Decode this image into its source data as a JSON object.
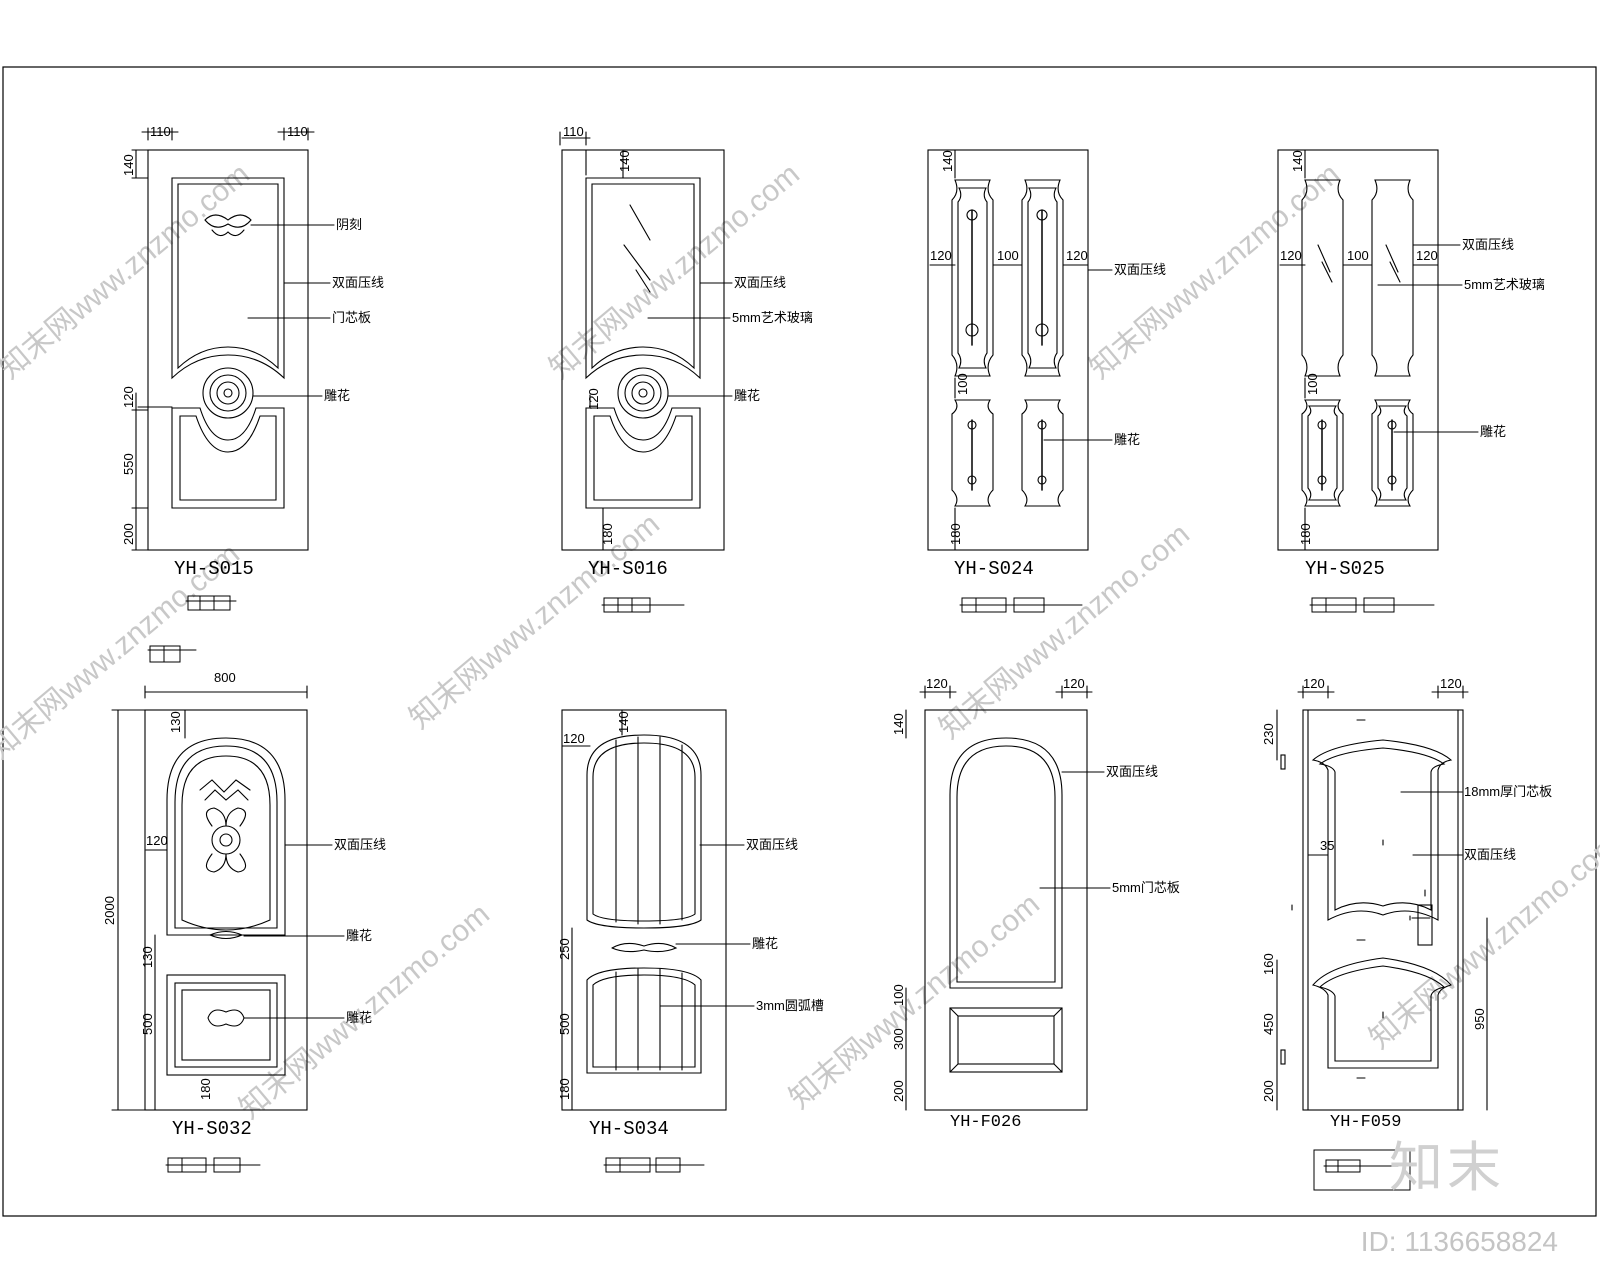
{
  "drawing": {
    "doors": [
      {
        "model": "YH-S015",
        "dims": [
          "110",
          "110",
          "140",
          "120",
          "550",
          "200"
        ],
        "callouts": [
          "阴刻",
          "双面压线",
          "门芯板",
          "雕花"
        ]
      },
      {
        "model": "YH-S016",
        "dims": [
          "110",
          "140",
          "120",
          "180"
        ],
        "callouts": [
          "双面压线",
          "5mm艺术玻璃",
          "雕花"
        ]
      },
      {
        "model": "YH-S024",
        "dims": [
          "140",
          "120",
          "100",
          "120",
          "100",
          "180"
        ],
        "callouts": [
          "双面压线",
          "雕花"
        ]
      },
      {
        "model": "YH-S025",
        "dims": [
          "140",
          "120",
          "100",
          "120",
          "100",
          "180"
        ],
        "callouts": [
          "双面压线",
          "5mm艺术玻璃",
          "雕花"
        ]
      },
      {
        "model": "YH-S032",
        "dims": [
          "800",
          "2000",
          "130",
          "120",
          "130",
          "500",
          "180"
        ],
        "callouts": [
          "双面压线",
          "雕花",
          "雕花"
        ]
      },
      {
        "model": "YH-S034",
        "dims": [
          "120",
          "140",
          "250",
          "500",
          "180"
        ],
        "callouts": [
          "双面压线",
          "雕花",
          "3mm圆弧槽"
        ]
      },
      {
        "model": "YH-F026",
        "dims": [
          "120",
          "120",
          "140",
          "100",
          "300",
          "200"
        ],
        "callouts": [
          "双面压线",
          "5mm门芯板"
        ]
      },
      {
        "model": "YH-F059",
        "dims": [
          "120",
          "120",
          "230",
          "35",
          "160",
          "450",
          "200",
          "950"
        ],
        "callouts": [
          "18mm厚门芯板",
          "双面压线"
        ]
      }
    ]
  },
  "watermarks": [
    "知末网www.znzmo.com"
  ],
  "brand": "知末",
  "doc_id": "ID: 1136658824"
}
